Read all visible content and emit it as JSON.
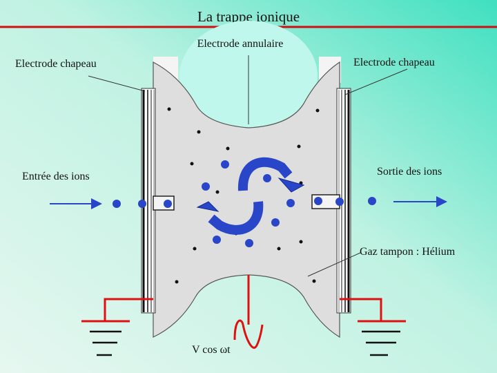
{
  "title": "La trappe ionique",
  "labels": {
    "ring_electrode": "Electrode annulaire",
    "cap_left": "Electrode chapeau",
    "cap_right": "Electrode chapeau",
    "ion_entry": "Entrée des ions",
    "ion_exit": "Sortie des ions",
    "buffer_gas": "Gaz tampon : Hélium",
    "voltage": "V cos ωt"
  },
  "colors": {
    "title_rule": "#d01010",
    "ion": "#2a46c8",
    "wire": "#e01010",
    "electrode_fill": "#dcdcdc"
  }
}
